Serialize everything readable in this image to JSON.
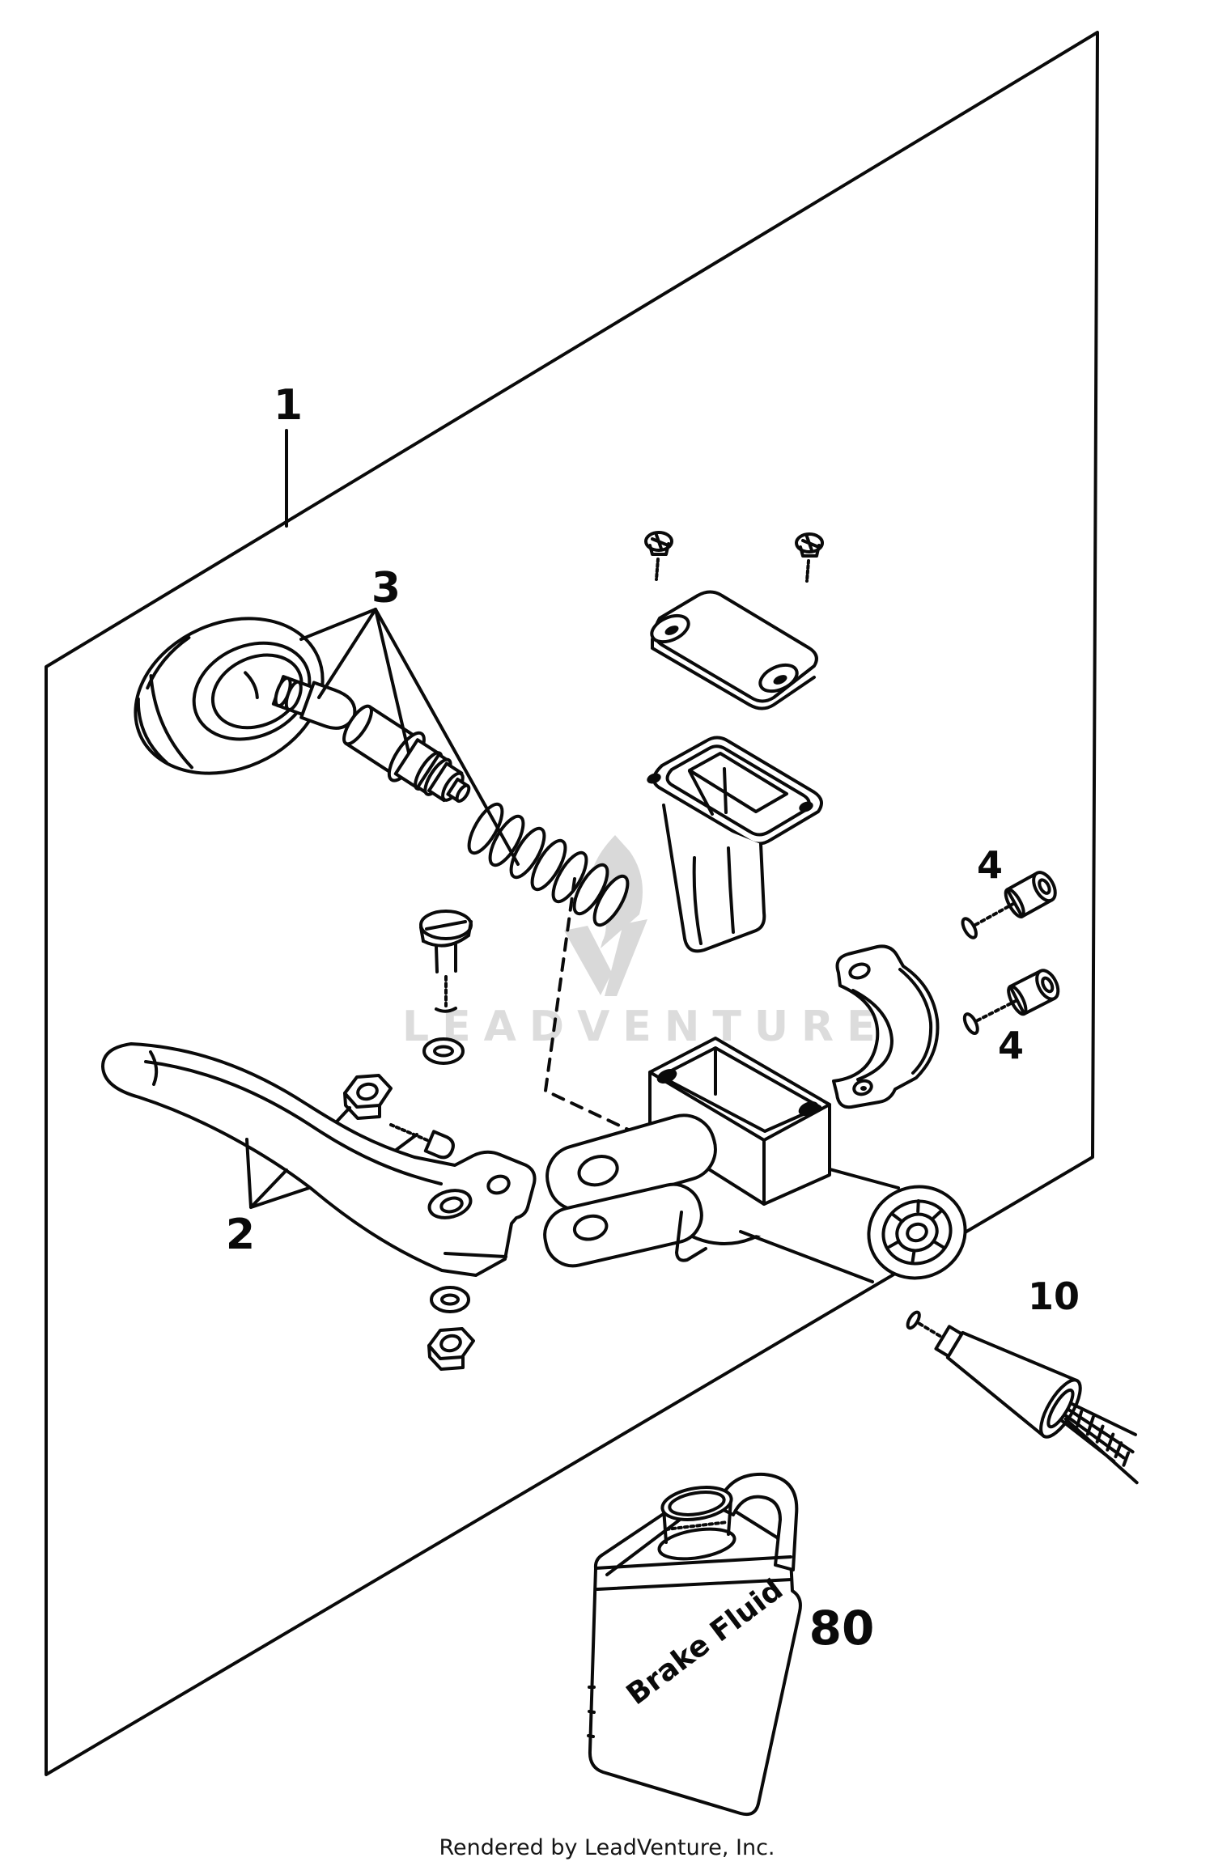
{
  "parts": [
    {
      "label": "1"
    },
    {
      "label": "2"
    },
    {
      "label": "3"
    },
    {
      "label": "4"
    },
    {
      "label": "4"
    },
    {
      "label": "10"
    },
    {
      "label": "80"
    }
  ],
  "bottle": {
    "text": "Brake Fluid"
  },
  "watermark": {
    "text": "LEADVENTURE"
  },
  "footer": {
    "credit": "Rendered by LeadVenture, Inc."
  },
  "colors": {
    "line": "#0a0a0a",
    "watermark_gray": "#d9d9d9"
  }
}
